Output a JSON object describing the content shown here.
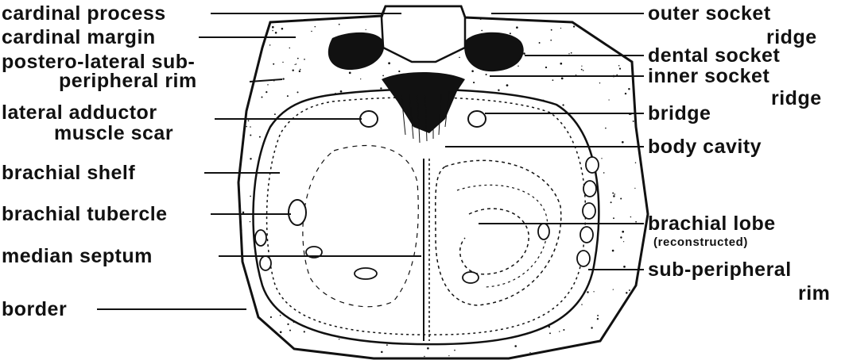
{
  "diagram": {
    "labels_left": {
      "cardinal_process": "cardinal process",
      "cardinal_margin": "cardinal margin",
      "postero_lateral_1": "postero-lateral sub-",
      "postero_lateral_2": "peripheral rim",
      "lateral_adductor_1": "lateral adductor",
      "lateral_adductor_2": "muscle scar",
      "brachial_shelf": "brachial shelf",
      "brachial_tubercle": "brachial tubercle",
      "median_septum": "median septum",
      "border": "border"
    },
    "labels_right": {
      "outer_socket_1": "outer socket",
      "outer_socket_2": "ridge",
      "dental_socket": "dental socket",
      "inner_socket_1": "inner socket",
      "inner_socket_2": "ridge",
      "bridge": "bridge",
      "body_cavity": "body cavity",
      "brachial_lobe": "brachial lobe",
      "brachial_lobe_note": "(reconstructed)",
      "sub_peripheral_1": "sub-peripheral",
      "sub_peripheral_2": "rim"
    },
    "colors": {
      "ink": "#111111",
      "paper": "#ffffff"
    }
  }
}
